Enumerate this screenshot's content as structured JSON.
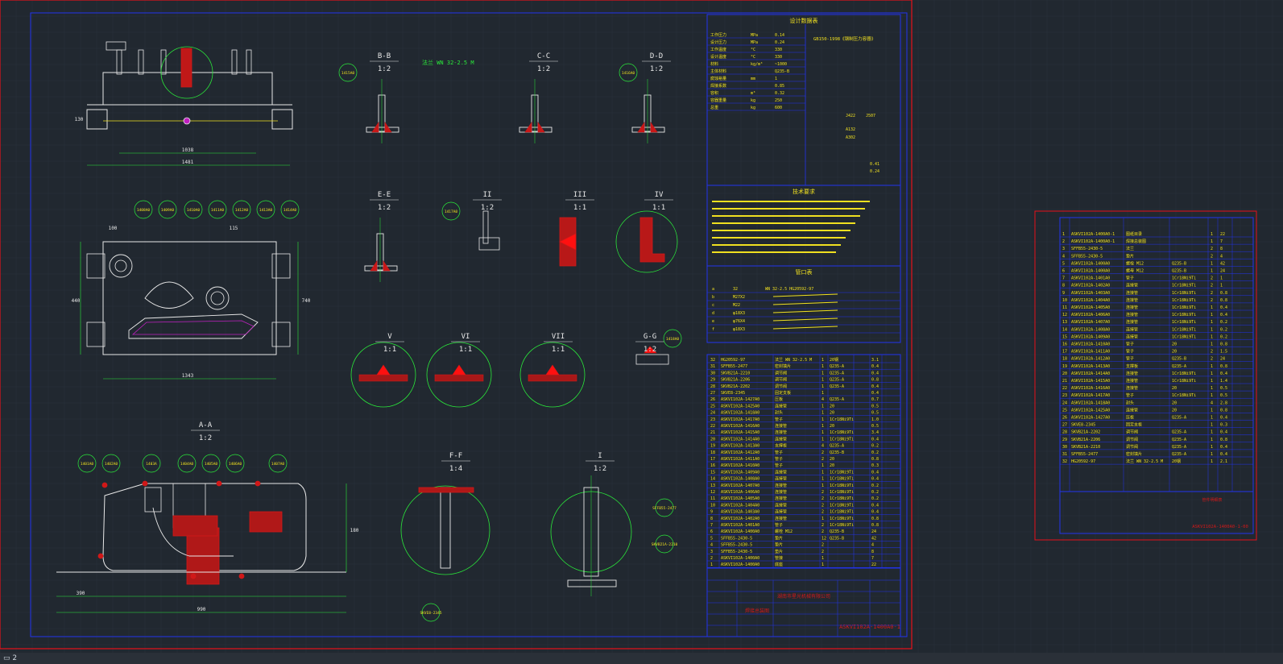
{
  "sheet_title_block": {
    "company": "湖南市星光机械有限公司",
    "drawing_number": "ASKVI102A-1400A0-1",
    "drawing_name": "焊接总装图"
  },
  "views": [
    {
      "id": "view-b-b",
      "name": "B-B",
      "scale": "1:2"
    },
    {
      "id": "view-c-c",
      "name": "C-C",
      "scale": "1:2"
    },
    {
      "id": "view-d-d",
      "name": "D-D",
      "scale": "1:2"
    },
    {
      "id": "view-e-e",
      "name": "E-E",
      "scale": "1:2"
    },
    {
      "id": "view-ii",
      "name": "II",
      "scale": "1:2"
    },
    {
      "id": "view-iii",
      "name": "III",
      "scale": "1:1"
    },
    {
      "id": "view-iv",
      "name": "IV",
      "scale": "1:1"
    },
    {
      "id": "view-v",
      "name": "V",
      "scale": "1:1"
    },
    {
      "id": "view-vi",
      "name": "VI",
      "scale": "1:1"
    },
    {
      "id": "view-vii",
      "name": "VII",
      "scale": "1:1"
    },
    {
      "id": "view-g-g",
      "name": "G-G",
      "scale": "1:2"
    },
    {
      "id": "view-a-a",
      "name": "A-A",
      "scale": "1:2"
    },
    {
      "id": "view-f-f",
      "name": "F-F",
      "scale": "1:4"
    },
    {
      "id": "view-i",
      "name": "I",
      "scale": "1:2"
    }
  ],
  "leaders": [
    "1401A0",
    "1402A0",
    "1403A",
    "1404A0",
    "1405A0",
    "1406A0",
    "1407A0",
    "1408A0",
    "1409A0",
    "1410A0",
    "1411A0",
    "1412A0",
    "1413A0",
    "1414A0",
    "1415A0",
    "1416A0",
    "1417A0",
    "1418A0",
    "SFFB55-2477",
    "SKVB21A-2210",
    "SKVE8-2345"
  ],
  "dimensions": [
    "1038",
    "1481",
    "1343",
    "740",
    "440",
    "100",
    "115",
    "130",
    "180",
    "390",
    "990"
  ],
  "annotation_bb": "法兰 WN 32-2.5 M",
  "nozzle_table": {
    "title": "管口表",
    "rows": [
      {
        "mark": "a",
        "size": "32",
        "std": "WN 32-2.5 HG20592-97"
      },
      {
        "mark": "b",
        "size": "M27X2",
        "std": ""
      },
      {
        "mark": "c",
        "size": "M22",
        "std": ""
      },
      {
        "mark": "d",
        "size": "φ18X3",
        "std": ""
      },
      {
        "mark": "e",
        "size": "φ76X4",
        "std": ""
      },
      {
        "mark": "f",
        "size": "φ18X3",
        "std": ""
      }
    ]
  },
  "design_data": {
    "title": "设计数据表",
    "standard": "GB150-1998《钢制压力容器》",
    "rows": [
      {
        "label": "工作压力",
        "unit": "MPa",
        "value": "0.14"
      },
      {
        "label": "设计压力",
        "unit": "MPa",
        "value": "0.24"
      },
      {
        "label": "工作温度",
        "unit": "°C",
        "value": "330"
      },
      {
        "label": "设计温度",
        "unit": "°C",
        "value": "330"
      },
      {
        "label": "材料",
        "unit": "kg/m³",
        "value": "~1000"
      },
      {
        "label": "主体材料",
        "unit": "",
        "value": "Q235-B"
      },
      {
        "label": "腐蚀裕量",
        "unit": "mm",
        "value": "1"
      },
      {
        "label": "焊接系数",
        "unit": "",
        "value": "0.85"
      },
      {
        "label": "容积",
        "unit": "m³",
        "value": "0.32"
      },
      {
        "label": "容器重量",
        "unit": "kg",
        "value": "250"
      },
      {
        "label": "总重",
        "unit": "kg",
        "value": "600"
      }
    ],
    "test_pressure": "0.41",
    "leak_pressure": "0.24",
    "weld_codes": [
      "J422",
      "J507",
      "A132",
      "A302"
    ]
  },
  "tech_req_title": "技术要求",
  "bom_main": {
    "rows": [
      [
        "32",
        "HG20592-97",
        "法兰 WN 32-2.5 M",
        "1",
        "20钢",
        "3.1"
      ],
      [
        "31",
        "SFFB55-2477",
        "密封填片",
        "1",
        "Q235-A",
        "0.4"
      ],
      [
        "30",
        "SKVB21A-2210",
        "调节阀",
        "1",
        "Q235-A",
        "0.4"
      ],
      [
        "29",
        "SKVB21A-2206",
        "调节阀",
        "1",
        "Q235-A",
        "0.8"
      ],
      [
        "28",
        "SKVB21A-2202",
        "调节阀",
        "1",
        "Q235-A",
        "0.4"
      ],
      [
        "27",
        "SKVE8-2345",
        "固定支板",
        "1",
        "",
        "0.4"
      ],
      [
        "26",
        "ASKVI102A-1427A0",
        "压板",
        "4",
        "Q235-A",
        "0.7"
      ],
      [
        "25",
        "ASKVI102A-1425A0",
        "连接管",
        "1",
        "20",
        "0.5"
      ],
      [
        "24",
        "ASKVI102A-1418A0",
        "封头",
        "1",
        "20",
        "0.5"
      ],
      [
        "23",
        "ASKVI102A-1417A0",
        "管子",
        "1",
        "1Cr18Ni9Ti",
        "1.0"
      ],
      [
        "22",
        "ASKVI102A-1416A0",
        "连接管",
        "1",
        "20",
        "0.5"
      ],
      [
        "21",
        "ASKVI102A-1415A0",
        "连接管",
        "1",
        "1Cr18Ni9Ti",
        "3.4"
      ],
      [
        "20",
        "ASKVI102A-1414A0",
        "连接管",
        "1",
        "1Cr18Ni9Ti",
        "0.4"
      ],
      [
        "19",
        "ASKVI102A-1413A0",
        "支撑板",
        "4",
        "Q235-A",
        "0.2"
      ],
      [
        "18",
        "ASKVI102A-1412A0",
        "管子",
        "2",
        "Q235-B",
        "0.2"
      ],
      [
        "17",
        "ASKVI102A-1411A0",
        "管子",
        "2",
        "20",
        "0.8"
      ],
      [
        "16",
        "ASKVI102A-1410A0",
        "管子",
        "1",
        "20",
        "0.3"
      ],
      [
        "15",
        "ASKVI102A-1409A0",
        "连接管",
        "1",
        "1Cr18Ni9Ti",
        "0.4"
      ],
      [
        "14",
        "ASKVI102A-1408A0",
        "连接管",
        "1",
        "1Cr18Ni9Ti",
        "0.4"
      ],
      [
        "13",
        "ASKVI102A-1407A0",
        "连接管",
        "1",
        "1Cr18Ni9Ti",
        "0.2"
      ],
      [
        "12",
        "ASKVI102A-1406A0",
        "连接管",
        "2",
        "1Cr18Ni9Ti",
        "0.2"
      ],
      [
        "11",
        "ASKVI102A-1405A0",
        "连接管",
        "2",
        "1Cr18Ni9Ti",
        "0.2"
      ],
      [
        "10",
        "ASKVI102A-1404A0",
        "连接管",
        "2",
        "1Cr18Ni9Ti",
        "0.4"
      ],
      [
        "9",
        "ASKVI102A-1403A0",
        "连接管",
        "2",
        "1Cr18Ni9Ti",
        "0.4"
      ],
      [
        "8",
        "ASKVI102A-1402A0",
        "连接管",
        "1",
        "1Cr18Ni9Ti",
        "0.8"
      ],
      [
        "7",
        "ASKVI102A-1401A0",
        "管子",
        "2",
        "1Cr18Ni9Ti",
        "0.8"
      ],
      [
        "6",
        "ASKVI102A-1400A0",
        "螺栓 M12",
        "2",
        "Q235-B",
        "24"
      ],
      [
        "5",
        "SFFB55-2430-5",
        "垫片",
        "12",
        "Q235-B",
        "42"
      ],
      [
        "4",
        "SFFB55-2430-5",
        "垫片",
        "2",
        "",
        "4"
      ],
      [
        "3",
        "SFFB55-2430-5",
        "垫片",
        "2",
        "",
        "8"
      ],
      [
        "2",
        "ASKVI102A-1400A0",
        "管接",
        "1",
        "",
        "7"
      ],
      [
        "1",
        "ASKVI102A-1400A0",
        "底座",
        "1",
        "",
        "22"
      ]
    ]
  },
  "bom_side": {
    "title_block": {
      "drawing_name": "管件明细表",
      "drawing_number": "ASKVI102A-1400A0-1-00"
    },
    "rows": [
      [
        "1",
        "ASKVI102A-1400A0-1",
        "图纸目录",
        "",
        "1",
        "22"
      ],
      [
        "2",
        "ASKVI102A-1400A0-1",
        "焊接总装图",
        "",
        "1",
        "7"
      ],
      [
        "3",
        "SFFB55-2430-5",
        "法兰",
        "",
        "2",
        "8"
      ],
      [
        "4",
        "SFFB55-2430-5",
        "垫片",
        "",
        "2",
        "4"
      ],
      [
        "5",
        "ASKVI102A-1400A0",
        "螺栓 M12",
        "Q235-B",
        "1",
        "42"
      ],
      [
        "6",
        "ASKVI102A-1400A0",
        "螺母 M12",
        "Q235-B",
        "1",
        "24"
      ],
      [
        "7",
        "ASKVI102A-1401A0",
        "管子",
        "1Cr18Ni9Ti",
        "2",
        "1"
      ],
      [
        "8",
        "ASKVI102A-1402A0",
        "连接管",
        "1Cr18Ni9Ti",
        "2",
        "1"
      ],
      [
        "9",
        "ASKVI102A-1403A0",
        "连接管",
        "1Cr18Ni9Ti",
        "2",
        "0.8"
      ],
      [
        "10",
        "ASKVI102A-1404A0",
        "连接管",
        "1Cr18Ni9Ti",
        "2",
        "0.8"
      ],
      [
        "11",
        "ASKVI102A-1405A0",
        "连接管",
        "1Cr18Ni9Ti",
        "1",
        "0.4"
      ],
      [
        "12",
        "ASKVI102A-1406A0",
        "连接管",
        "1Cr18Ni9Ti",
        "1",
        "0.4"
      ],
      [
        "13",
        "ASKVI102A-1407A0",
        "连接管",
        "1Cr18Ni9Ti",
        "1",
        "0.2"
      ],
      [
        "14",
        "ASKVI102A-1408A0",
        "连接管",
        "1Cr18Ni9Ti",
        "1",
        "0.2"
      ],
      [
        "15",
        "ASKVI102A-1409A0",
        "连接管",
        "1Cr18Ni9Ti",
        "1",
        "0.2"
      ],
      [
        "16",
        "ASKVI102A-1410A0",
        "管子",
        "20",
        "1",
        "0.8"
      ],
      [
        "17",
        "ASKVI102A-1411A0",
        "管子",
        "20",
        "2",
        "1.5"
      ],
      [
        "18",
        "ASKVI102A-1412A0",
        "管子",
        "Q235-B",
        "2",
        "24"
      ],
      [
        "19",
        "ASKVI102A-1413A0",
        "支撑板",
        "Q235-A",
        "1",
        "0.8"
      ],
      [
        "20",
        "ASKVI102A-1414A0",
        "连接管",
        "1Cr18Ni9Ti",
        "1",
        "0.4"
      ],
      [
        "21",
        "ASKVI102A-1415A0",
        "连接管",
        "1Cr18Ni9Ti",
        "1",
        "1.4"
      ],
      [
        "22",
        "ASKVI102A-1416A0",
        "连接管",
        "20",
        "1",
        "0.5"
      ],
      [
        "23",
        "ASKVI102A-1417A0",
        "管子",
        "1Cr18Ni9Ti",
        "1",
        "0.5"
      ],
      [
        "24",
        "ASKVI102A-1418A0",
        "封头",
        "20",
        "4",
        "2.8"
      ],
      [
        "25",
        "ASKVI102A-1425A0",
        "连接管",
        "20",
        "1",
        "0.8"
      ],
      [
        "26",
        "ASKVI102A-1427A0",
        "压板",
        "Q235-A",
        "1",
        "0.4"
      ],
      [
        "27",
        "SKVE8-2345",
        "固定支板",
        "",
        "1",
        "0.3"
      ],
      [
        "28",
        "SKVB21A-2202",
        "调节阀",
        "Q235-A",
        "1",
        "0.4"
      ],
      [
        "29",
        "SKVB21A-2206",
        "调节阀",
        "Q235-A",
        "1",
        "0.8"
      ],
      [
        "30",
        "SKVB21A-2210",
        "调节阀",
        "Q235-A",
        "1",
        "0.4"
      ],
      [
        "31",
        "SFFB55-2477",
        "密封填片",
        "Q235-A",
        "1",
        "0.4"
      ],
      [
        "32",
        "HG20592-97",
        "法兰 WN 32-2.5 M",
        "20钢",
        "1",
        "2.1"
      ]
    ]
  },
  "colors": {
    "background": "#212830",
    "grid": "#2b333c",
    "border": "#e8101a",
    "geometry": "#e8e8e8",
    "dimension": "#2ae83a",
    "label": "#f0e020",
    "table_line": "#2233ee",
    "section": "#d41818"
  }
}
